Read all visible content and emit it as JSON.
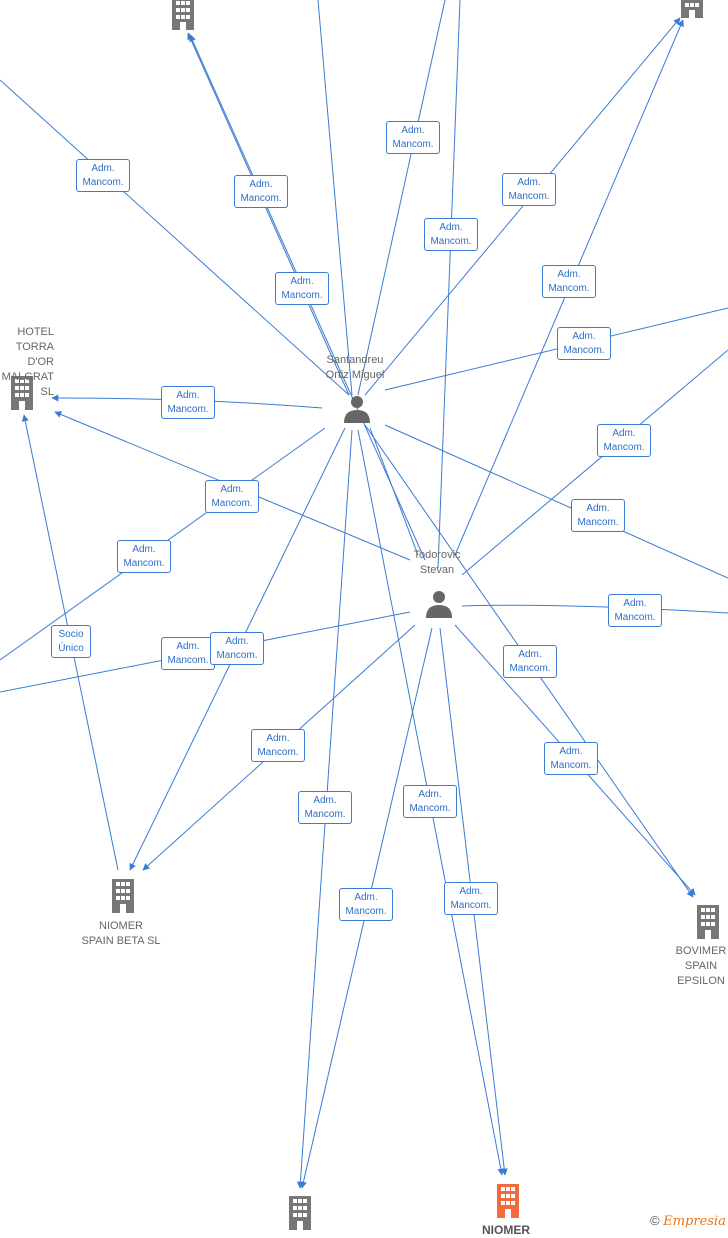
{
  "nodes": {
    "santandreu": "Santandreu\nOrtiz Miguel",
    "todorovic": "Todorovic\nStevan",
    "hotel": "HOTEL\nTORRA D'OR\nMALGRAT SL",
    "beta": "NIOMER\nSPAIN BETA  SL",
    "epsilon": "BOVIMER\nSPAIN\nEPSILON",
    "niomer": "NIOMER"
  },
  "edge_labels": {
    "adm": "Adm.\nMancom.",
    "socio": "Socio\nÚnico"
  },
  "colors": {
    "edge": "#3a7bd5",
    "person": "#666666",
    "company": "#777777",
    "main_company": "#f26a3d"
  },
  "watermark": {
    "symbol": "©",
    "brand": "Empresia"
  }
}
